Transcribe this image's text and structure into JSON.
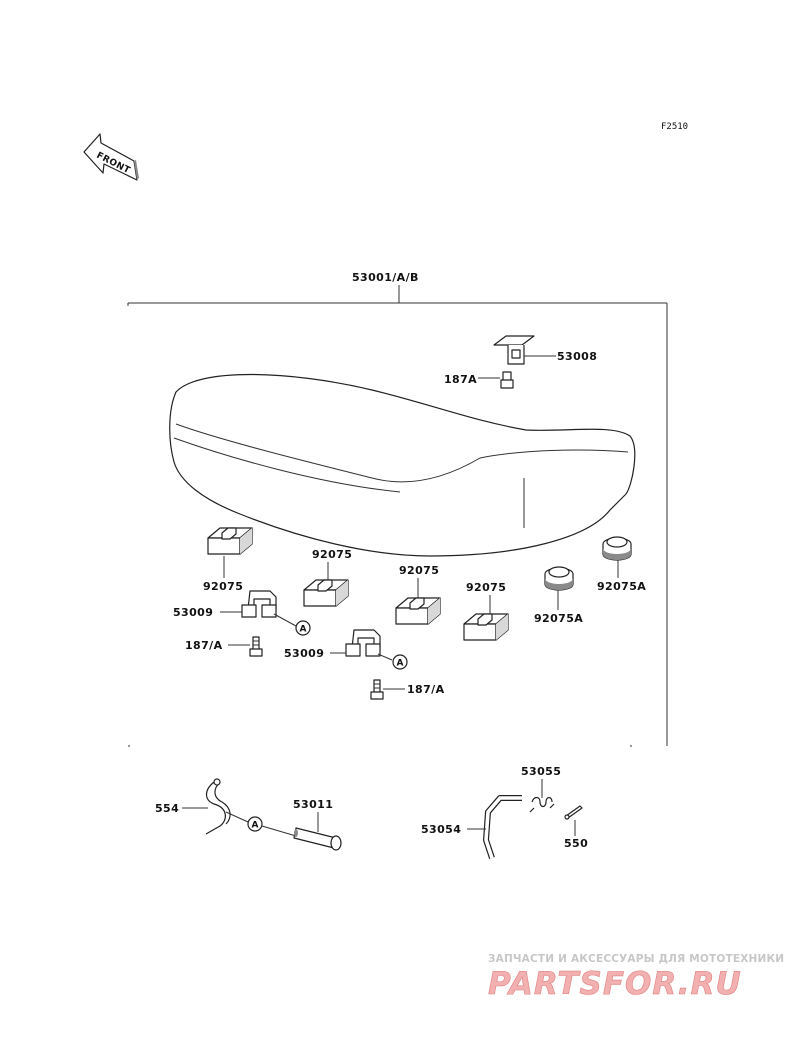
{
  "figure": {
    "code": "F2510"
  },
  "front_arrow": {
    "label": "FRONT"
  },
  "assembly": {
    "label": "53001/A/B"
  },
  "callouts": {
    "c53008": "53008",
    "c187a_top": "187A",
    "c92075_1": "92075",
    "c92075_2": "92075",
    "c92075_3": "92075",
    "c92075_4": "92075",
    "c92075a_1": "92075A",
    "c92075a_2": "92075A",
    "c53009_1": "53009",
    "c53009_2": "53009",
    "c187a_left": "187/A",
    "c187a_right": "187/A",
    "c554": "554",
    "c53011": "53011",
    "c53055": "53055",
    "c53054": "53054",
    "c550": "550"
  },
  "ref_markers": {
    "a1": "A",
    "a2": "A",
    "a3": "A"
  },
  "watermark": {
    "subtitle": "ЗАПЧАСТИ И АКСЕССУАРЫ ДЛЯ МОТОТЕХНИКИ",
    "logo": "PARTSFOR.RU"
  }
}
